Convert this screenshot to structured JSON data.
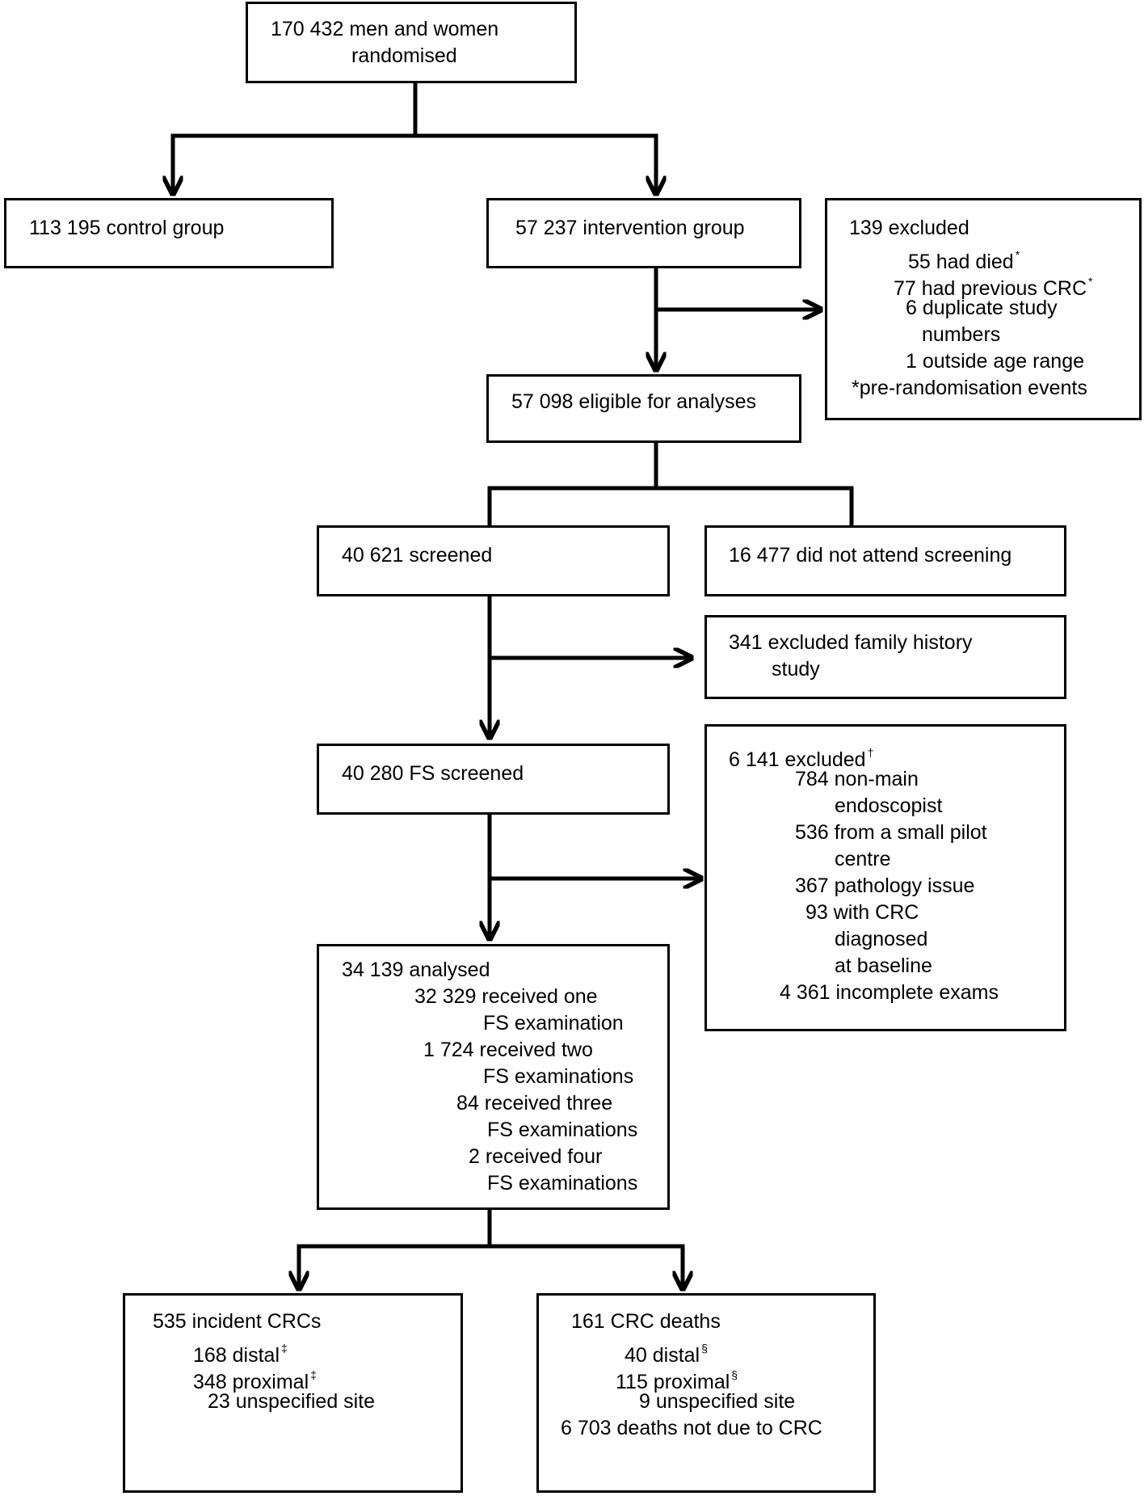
{
  "randomised": {
    "line1": "170 432 men and women",
    "line2": "randomised"
  },
  "control": {
    "line1": "113 195 control group"
  },
  "intervention": {
    "line1": "57 237 intervention group"
  },
  "excluded_pre": {
    "title": "139 excluded",
    "died": "55 had died",
    "died_mark": "*",
    "previous_crc": "77 had previous CRC",
    "previous_crc_mark": "*",
    "duplicate_1": "6 duplicate study",
    "duplicate_2": "numbers",
    "age_range": "1 outside age range",
    "footnote": "*pre-randomisation events"
  },
  "eligible": {
    "line1": "57 098 eligible for analyses"
  },
  "screened": {
    "line1": "40 621 screened"
  },
  "not_attend": {
    "line1": "16 477 did not attend screening"
  },
  "family_history": {
    "line1": "341 excluded family history",
    "line2": "study"
  },
  "fs_screened": {
    "line1": "40 280 FS screened"
  },
  "excluded_post": {
    "title": "6 141 excluded",
    "title_mark": "†",
    "non_main_1": "784 non-main",
    "non_main_2": "endoscopist",
    "pilot_1": "536 from a small pilot",
    "pilot_2": "centre",
    "pathology": "367 pathology issue",
    "crc_1": "93 with CRC",
    "crc_2": "diagnosed",
    "crc_3": "at baseline",
    "incomplete": "4 361 incomplete exams"
  },
  "analysed": {
    "title": "34 139 analysed",
    "one_1": "32 329 received one",
    "one_2": "FS examination",
    "two_1": "1 724 received two",
    "two_2": "FS examinations",
    "three_1": "84 received three",
    "three_2": "FS examinations",
    "four_1": "2 received four",
    "four_2": "FS examinations"
  },
  "incident": {
    "title": "535 incident CRCs",
    "distal": "168 distal",
    "distal_mark": "‡",
    "proximal": "348 proximal",
    "proximal_mark": "‡",
    "unspecified": "23 unspecified site"
  },
  "deaths": {
    "title": "161 CRC deaths",
    "distal": "40 distal",
    "distal_mark": "§",
    "proximal": "115 proximal",
    "proximal_mark": "§",
    "unspecified": "9 unspecified site",
    "other": "6 703 deaths not due to CRC"
  }
}
